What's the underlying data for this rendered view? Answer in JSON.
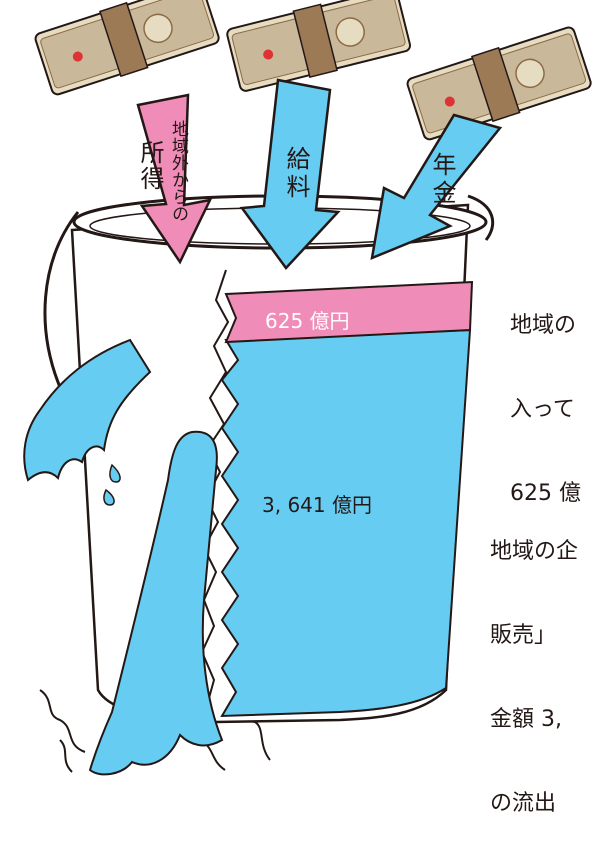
{
  "arrows": {
    "left_big": "所得",
    "left_small": "地域外からの",
    "center": "給料",
    "right": "年金"
  },
  "bucket": {
    "band_label": "625 億円",
    "body_label": "3, 641 億円"
  },
  "notes": {
    "top": [
      "地域の",
      "入って",
      "625 億"
    ],
    "bottom": [
      "地域の企",
      "販売」",
      "金額 3,",
      "の流出"
    ]
  },
  "colors": {
    "water_blue": "#66CCF2",
    "money_pink": "#F08CB8",
    "outline": "#231815",
    "bill_brown": "#8C6A45",
    "bill_paper": "#E6DCC2",
    "band": "#9C7A55"
  }
}
